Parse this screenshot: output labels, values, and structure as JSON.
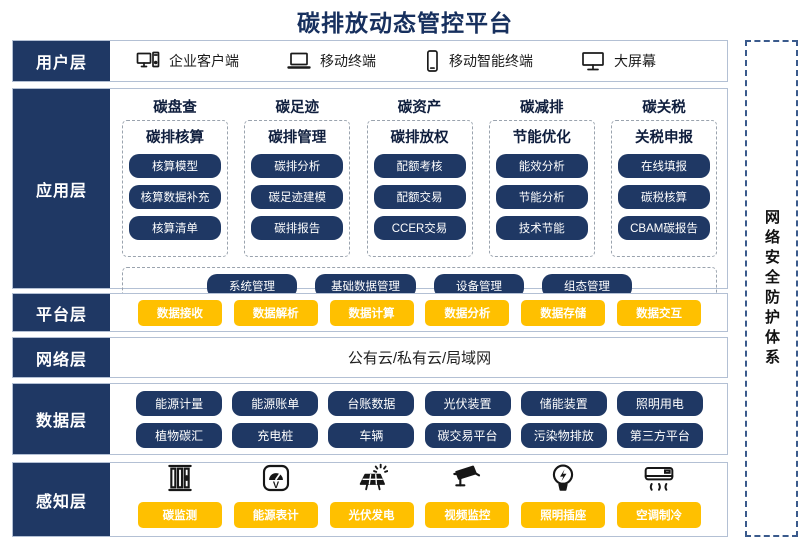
{
  "title": "碳排放动态管控平台",
  "security": {
    "label": "网络安全防护体系"
  },
  "colors": {
    "navy": "#1F3864",
    "yellow": "#FFC000",
    "section_border": "#B3C0D4",
    "title_navy": "#17305E"
  },
  "layers": {
    "user": {
      "label": "用户层",
      "items": [
        {
          "icon": "desktop-pc-icon",
          "label": "企业客户端"
        },
        {
          "icon": "laptop-icon",
          "label": "移动终端"
        },
        {
          "icon": "smartphone-icon",
          "label": "移动智能终端"
        },
        {
          "icon": "big-screen-icon",
          "label": "大屏幕"
        }
      ]
    },
    "application": {
      "label": "应用层",
      "columns": [
        {
          "header": "碳盘查",
          "title": "碳排核算",
          "buttons": [
            "核算模型",
            "核算数据补充",
            "核算清单"
          ]
        },
        {
          "header": "碳足迹",
          "title": "碳排管理",
          "buttons": [
            "碳排分析",
            "碳足迹建模",
            "碳排报告"
          ]
        },
        {
          "header": "碳资产",
          "title": "碳排放权",
          "buttons": [
            "配额考核",
            "配额交易",
            "CCER交易"
          ]
        },
        {
          "header": "碳减排",
          "title": "节能优化",
          "buttons": [
            "能效分析",
            "节能分析",
            "技术节能"
          ]
        },
        {
          "header": "碳关税",
          "title": "关税申报",
          "buttons": [
            "在线填报",
            "碳税核算",
            "CBAM碳报告"
          ]
        }
      ],
      "common_buttons": [
        "系统管理",
        "基础数据管理",
        "设备管理",
        "组态管理"
      ]
    },
    "platform": {
      "label": "平台层",
      "buttons": [
        "数据接收",
        "数据解析",
        "数据计算",
        "数据分析",
        "数据存储",
        "数据交互"
      ]
    },
    "network": {
      "label": "网络层",
      "text": "公有云/私有云/局域网"
    },
    "data": {
      "label": "数据层",
      "rows": [
        [
          "能源计量",
          "能源账单",
          "台账数据",
          "光伏装置",
          "储能装置",
          "照明用电"
        ],
        [
          "植物碳汇",
          "充电桩",
          "车辆",
          "碳交易平台",
          "污染物排放",
          "第三方平台"
        ]
      ]
    },
    "perception": {
      "label": "感知层",
      "items": [
        {
          "icon": "carbon-monitor-icon",
          "label": "碳监测"
        },
        {
          "icon": "energy-meter-icon",
          "label": "能源表计"
        },
        {
          "icon": "solar-panel-icon",
          "label": "光伏发电"
        },
        {
          "icon": "cctv-camera-icon",
          "label": "视频监控"
        },
        {
          "icon": "light-bulb-icon",
          "label": "照明插座"
        },
        {
          "icon": "air-conditioner-icon",
          "label": "空调制冷"
        }
      ]
    }
  }
}
